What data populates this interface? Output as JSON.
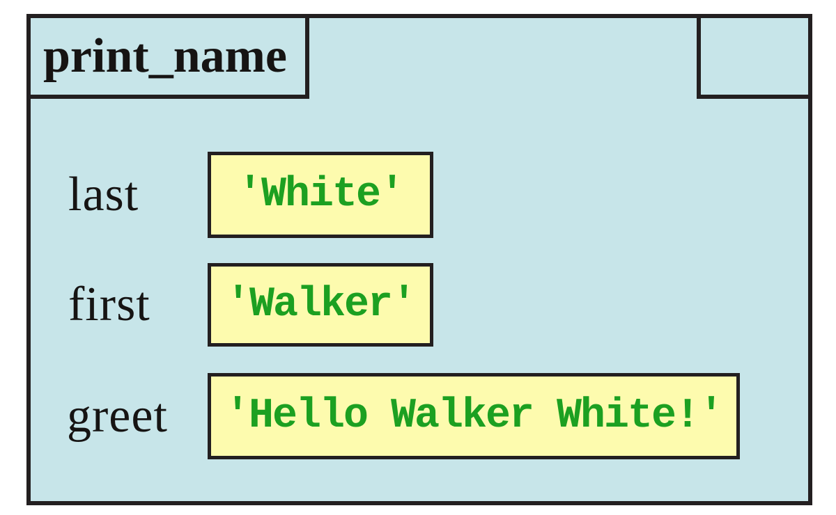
{
  "frame": {
    "name": "print_name",
    "variables": [
      {
        "name": "last",
        "value": "'White'"
      },
      {
        "name": "first",
        "value": "'Walker'"
      },
      {
        "name": "greet",
        "value": "'Hello Walker White!'"
      }
    ]
  },
  "colors": {
    "frame_fill": "#c7e5e9",
    "value_fill": "#fdfbae",
    "value_text": "#1ca021",
    "border": "#231f20",
    "text": "#161413"
  }
}
